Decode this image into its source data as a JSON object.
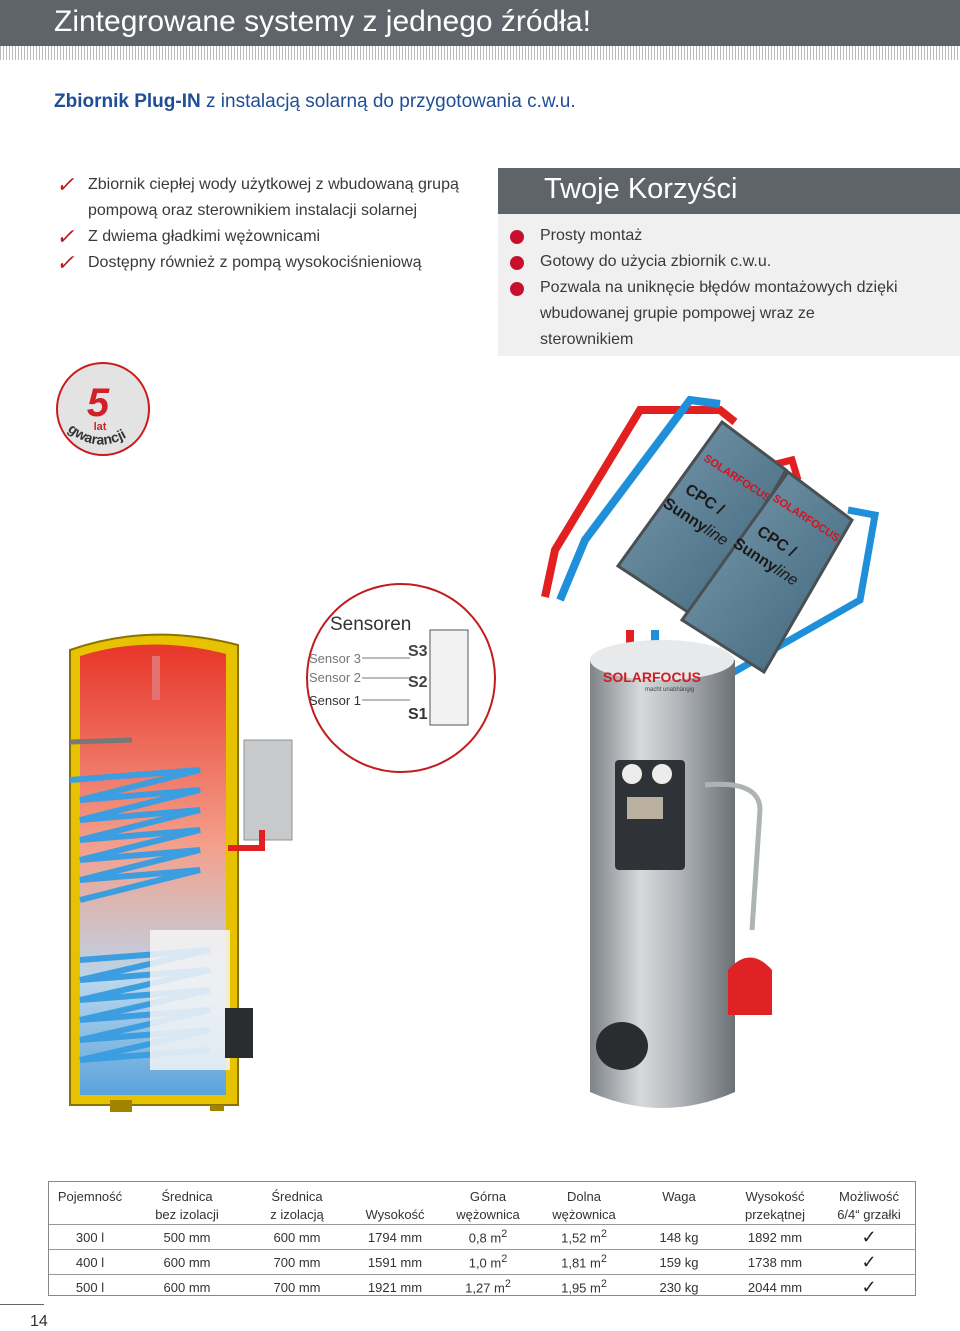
{
  "header": {
    "title": "Zintegrowane systemy z jednego źródła!"
  },
  "subtitle": {
    "bold": "Zbiornik Plug-IN",
    "rest": " z instalacją solarną do przygotowania c.w.u."
  },
  "features": [
    "Zbiornik ciepłej wody użytkowej z wbudowaną grupą pompową oraz sterownikiem instalacji solarnej",
    "Z dwiema gładkimi wężownicami",
    "Dostępny również z pompą wysokociśnieniową"
  ],
  "check_glyph": "✓",
  "benefits": {
    "title": "Twoje Korzyści",
    "items": [
      "Prosty montaż",
      "Gotowy do użycia zbiornik c.w.u.",
      "Pozwala na uniknęcie błędów montażowych dzięki wbudowanej grupie pompowej wraz ze sterownikiem"
    ]
  },
  "seal": {
    "number": "5",
    "unit": "lat",
    "label": "gwarancji"
  },
  "sensors": {
    "title": "Sensoren",
    "labels": [
      "Sensor 3",
      "Sensor 2",
      "Sensor 1"
    ],
    "terminals": [
      "S3",
      "S2",
      "S1"
    ]
  },
  "collectors": [
    {
      "brand": "SOLARFOCUS",
      "model_a": "CPC /",
      "model_b": "Sunny",
      "model_c": "line"
    },
    {
      "brand": "SOLARFOCUS",
      "model_a": "CPC /",
      "model_b": "Sunny",
      "model_c": "line"
    }
  ],
  "tank_brand": {
    "name": "SOLARFOCUS",
    "tagline": "macht unabhängig"
  },
  "table": {
    "headers": [
      [
        "Pojemność",
        ""
      ],
      [
        "Średnica",
        "bez izolacji"
      ],
      [
        "Średnica",
        "z izolacją"
      ],
      [
        "",
        "Wysokość"
      ],
      [
        "Górna",
        "wężownica"
      ],
      [
        "Dolna",
        "wężownica"
      ],
      [
        "Waga",
        ""
      ],
      [
        "Wysokość",
        "przekątnej"
      ],
      [
        "Możliwość",
        "6/4“ grzałki"
      ]
    ],
    "rows": [
      [
        "300 l",
        "500 mm",
        "600 mm",
        "1794 mm",
        "0,8 m",
        "1,52 m",
        "148 kg",
        "1892 mm"
      ],
      [
        "400 l",
        "600 mm",
        "700 mm",
        "1591 mm",
        "1,0 m",
        "1,81 m",
        "159 kg",
        "1738 mm"
      ],
      [
        "500 l",
        "600 mm",
        "700 mm",
        "1921 mm",
        "1,27 m",
        "1,95 m",
        "230 kg",
        "2044 mm"
      ]
    ],
    "area_exp": "2",
    "tick": "✓"
  },
  "page_number": "14",
  "colors": {
    "header_bg": "#5e6469",
    "subtitle": "#1f4e96",
    "accent_red": "#c8102e",
    "benefit_bg": "#f0f0f0",
    "hot_pipe": "#e32020",
    "cold_pipe": "#1e8fd8",
    "tank_body": "#b8bcc0",
    "jacket": "#e9c200"
  }
}
